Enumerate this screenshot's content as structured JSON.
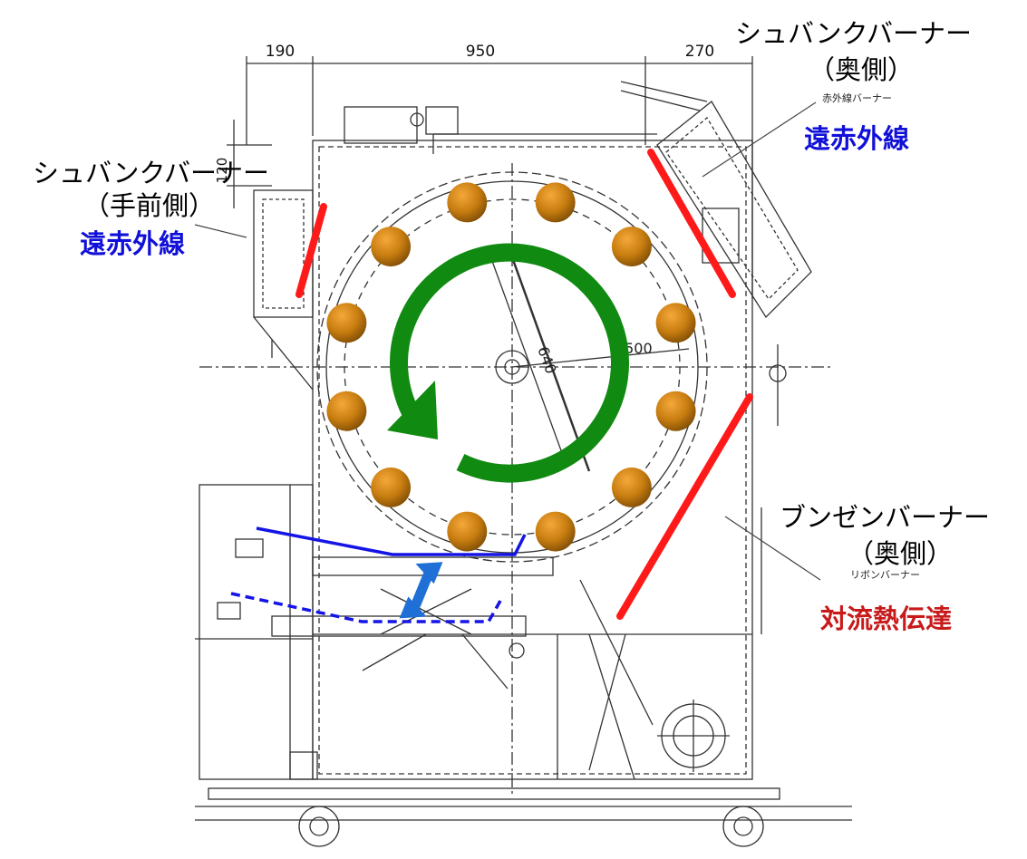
{
  "dimensions": {
    "left_width": "190",
    "drum_width": "950",
    "right_width": "270",
    "side_height": "120",
    "radius_label": "R500",
    "shaft_label": "640"
  },
  "labels": {
    "burner_front_title": "シュバンクバーナー",
    "burner_front_sub": "（手前側）",
    "burner_front_type": "遠赤外線",
    "burner_back_title": "シュバンクバーナー",
    "burner_back_sub": "（奥側）",
    "burner_back_small": "赤外線バーナー",
    "burner_back_type": "遠赤外線",
    "bunsen_title": "ブンゼンバーナー",
    "bunsen_sub": "（奥側）",
    "bunsen_small": "リボンバーナー",
    "bunsen_type": "対流熱伝達"
  },
  "colors": {
    "burner_bar": "#ff1a1a",
    "rotation_arrow": "#118a11",
    "product_ball": "#c87d10",
    "tray_outline": "#1414e6",
    "move_arrow": "#1f6fd6",
    "label_blue": "#1010d8",
    "label_red": "#c81a1a"
  },
  "icons": {
    "rotation": "clockwise-rotation-arrow-icon",
    "tray_move": "double-arrow-icon"
  },
  "product_count": 12
}
